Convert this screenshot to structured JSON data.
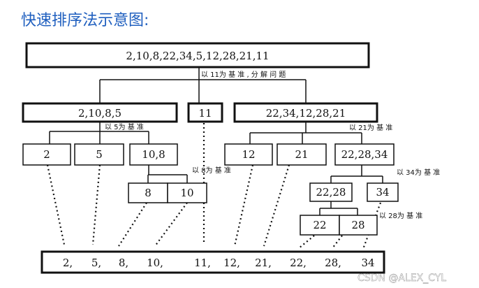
{
  "title": "快速排序法示意图:",
  "nodes": {
    "root": "2,10,8,22,34,5,12,28,21,11",
    "left_partition": "2,10,8,5",
    "pivot_11": "11",
    "right_partition": "22,34,12,28,21",
    "leaf_2": "2",
    "leaf_5": "5",
    "part_10_8": "10,8",
    "leaf_12": "12",
    "leaf_21": "21",
    "part_22_28_34": "22,28,34",
    "leaf_8": "8",
    "leaf_10": "10",
    "part_22_28": "22,28",
    "leaf_34": "34",
    "leaf_22": "22",
    "leaf_28": "28"
  },
  "pivot_notes": {
    "p11": "以 11为 基 准 ,  分 解 问 题",
    "p5": "以 5为 基 准",
    "p21": "以 21为 基 准",
    "p8": "以 8为 基 准",
    "p34": "以 34为 基 准",
    "p28": "以 28为 基 准"
  },
  "result": [
    "2,",
    "5,",
    "8,",
    "10,",
    "11,",
    "12,",
    "21,",
    "22,",
    "28,",
    "34"
  ],
  "watermark": "CSDN @ALEX_CYL"
}
